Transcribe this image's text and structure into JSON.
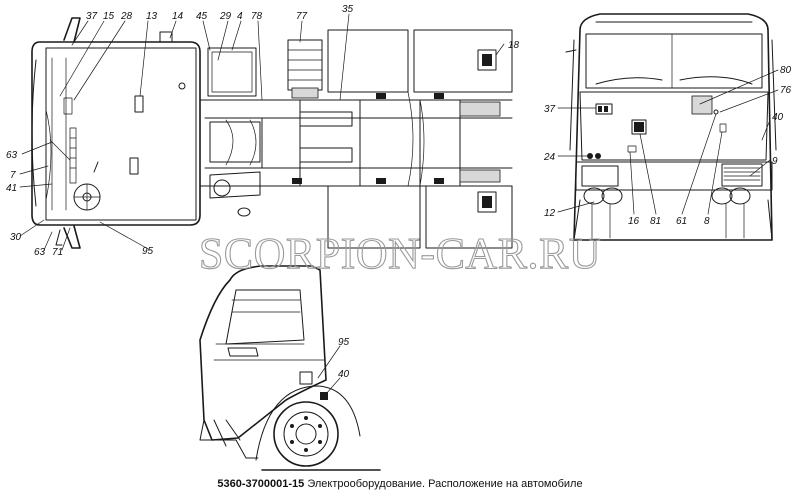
{
  "watermark": "SCORPION-CAR.RU",
  "caption": {
    "code": "5360-3700001-15",
    "title": "Электрооборудование. Расположение на автомобиле"
  },
  "callouts": {
    "top_view": [
      "37",
      "15",
      "28",
      "13",
      "14",
      "45",
      "29",
      "4",
      "78",
      "77",
      "35",
      "18",
      "63",
      "7",
      "41",
      "30",
      "63",
      "71",
      "95"
    ],
    "rear_view": [
      "80",
      "76",
      "37",
      "40",
      "24",
      "9",
      "12",
      "16",
      "81",
      "61",
      "8"
    ],
    "side_view": [
      "95",
      "40"
    ]
  }
}
